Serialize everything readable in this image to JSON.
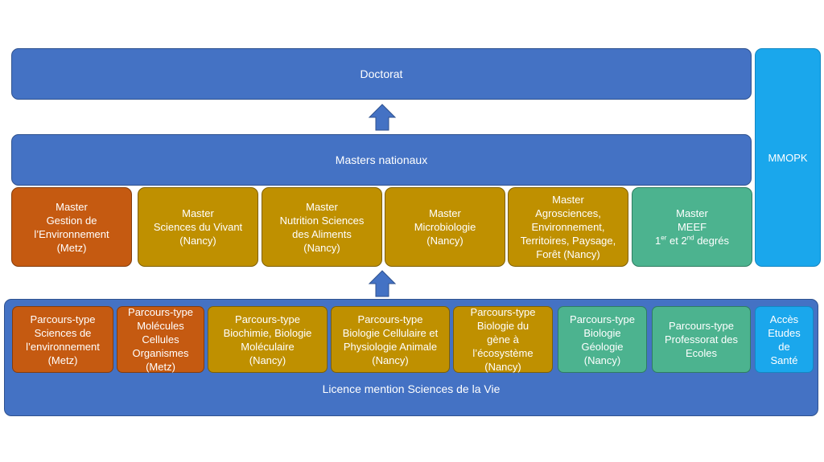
{
  "doctorat": "Doctorat",
  "masters_nationaux": "Masters nationaux",
  "mmopk": "MMOPK",
  "licence": "Licence mention Sciences de la Vie",
  "masters": [
    {
      "label": "Master\nGestion de\nl’Environnement\n(Metz)",
      "color": "orange"
    },
    {
      "label": "Master\nSciences du Vivant\n(Nancy)",
      "color": "gold"
    },
    {
      "label": "Master\nNutrition Sciences\ndes Aliments\n(Nancy)",
      "color": "gold"
    },
    {
      "label": "Master\nMicrobiologie\n(Nancy)",
      "color": "gold"
    },
    {
      "label": "Master\nAgrosciences,\nEnvironnement,\nTerritoires, Paysage,\nForêt (Nancy)",
      "color": "gold"
    }
  ],
  "meef": {
    "line1": "Master",
    "line2": "MEEF",
    "n1": "1",
    "sup1": "er",
    "mid": " et 2",
    "sup2": "nd",
    "end": " degrés"
  },
  "parcours": [
    {
      "label": "Parcours-type\nSciences de\nl’environnement\n(Metz)",
      "color": "orange"
    },
    {
      "label": "Parcours-type\nMolécules\nCellules\nOrganismes\n(Metz)",
      "color": "orange"
    },
    {
      "label": "Parcours-type\nBiochimie, Biologie\nMoléculaire\n(Nancy)",
      "color": "gold"
    },
    {
      "label": "Parcours-type\nBiologie Cellulaire et\nPhysiologie Animale\n(Nancy)",
      "color": "gold"
    },
    {
      "label": "Parcours-type\nBiologie du\ngène à\nl’écosystème\n(Nancy)",
      "color": "gold"
    },
    {
      "label": "Parcours-type\nBiologie\nGéologie\n(Nancy)",
      "color": "green"
    },
    {
      "label": "Parcours-type\nProfessorat des\nEcoles",
      "color": "green"
    },
    {
      "label": "Accès\nEtudes\nde\nSanté",
      "color": "cyan"
    }
  ],
  "colors": {
    "blue": "#4472c4",
    "cyan": "#1aa7ec",
    "orange": "#c55a11",
    "gold": "#bf9000",
    "green": "#4cb38f"
  }
}
